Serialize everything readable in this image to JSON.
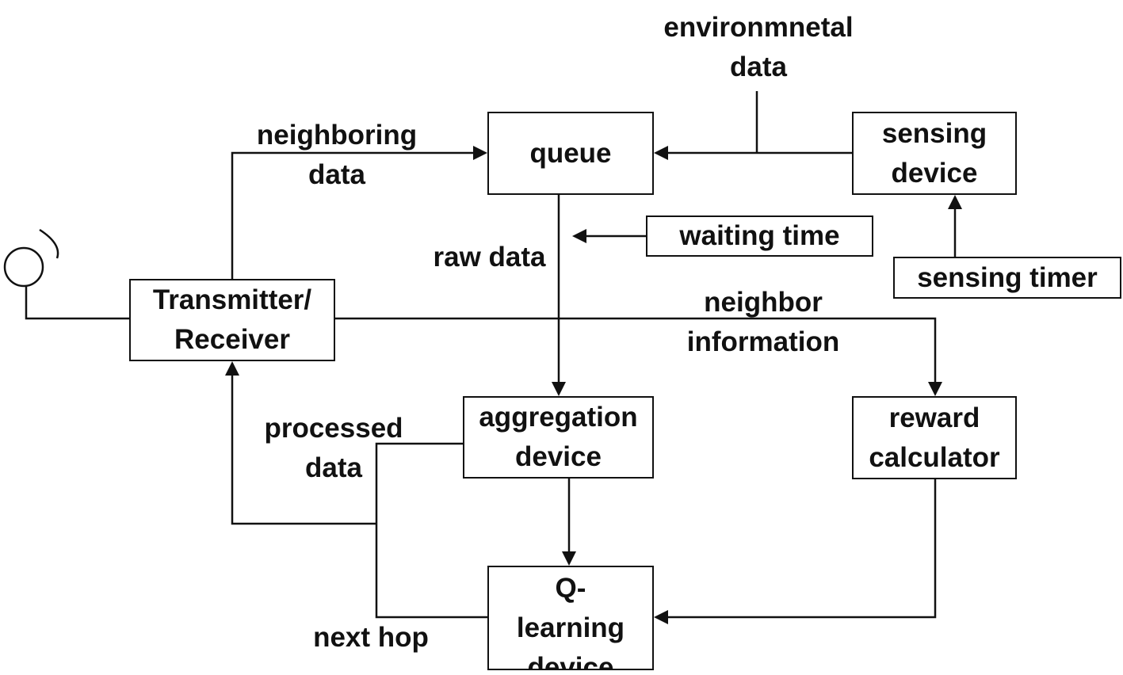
{
  "diagram": {
    "nodes": {
      "queue": "queue",
      "sensing_device": [
        "sensing",
        "device"
      ],
      "waiting_time": "waiting time",
      "sensing_timer": "sensing timer",
      "transceiver": [
        "Transmitter/",
        "Receiver"
      ],
      "aggregation_device": [
        "aggregation",
        "device"
      ],
      "reward_calculator": [
        "reward",
        "calculator"
      ],
      "q_learning_device": [
        "Q-",
        "learning",
        "device"
      ]
    },
    "edges": {
      "environmental_data": [
        "environmnetal",
        "data"
      ],
      "neighboring_data": [
        "neighboring",
        "data"
      ],
      "raw_data": "raw data",
      "neighbor_information": [
        "neighbor",
        "information"
      ],
      "processed_data": [
        "processed",
        "data"
      ],
      "next_hop": "next hop"
    },
    "icons": {
      "antenna": "antenna-icon"
    }
  }
}
